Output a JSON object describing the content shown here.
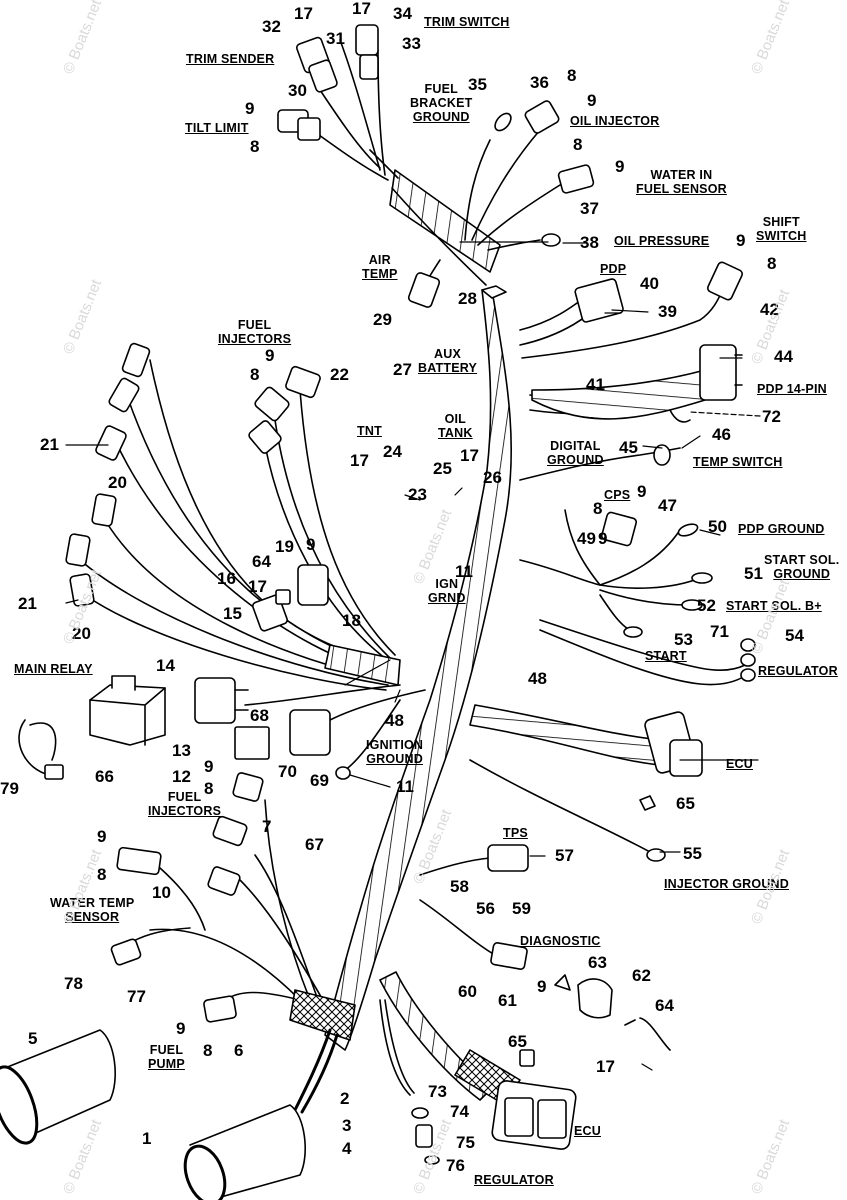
{
  "watermark": "© Boats.net",
  "labels": {
    "trim_sender": "TRIM SENDER",
    "trim_switch": "TRIM SWITCH",
    "tilt_limit": "TILT LIMIT",
    "fuel_bracket_ground": [
      "FUEL",
      "BRACKET",
      "GROUND"
    ],
    "oil_injector": "OIL INJECTOR",
    "water_in_fuel_sensor": [
      "WATER IN",
      "FUEL SENSOR"
    ],
    "oil_pressure": "OIL PRESSURE",
    "shift_switch": [
      "SHIFT",
      "SWITCH"
    ],
    "air_temp": [
      "AIR",
      "TEMP"
    ],
    "pdp": "PDP",
    "fuel_injectors_top": [
      "FUEL",
      "INJECTORS"
    ],
    "aux_battery": [
      "AUX",
      "BATTERY"
    ],
    "pdp_14_pin": "PDP 14-PIN",
    "tnt": "TNT",
    "oil_tank": [
      "OIL",
      "TANK"
    ],
    "digital_ground": [
      "DIGITAL",
      "GROUND"
    ],
    "temp_switch": "TEMP SWITCH",
    "cps": "CPS",
    "pdp_ground": "PDP GROUND",
    "ign_grnd": [
      "IGN",
      "GRND"
    ],
    "start_sol_ground": [
      "START SOL.",
      "GROUND"
    ],
    "start_sol_b": "START SOL. B+",
    "start": "START",
    "regulator_right": "REGULATOR",
    "main_relay": "MAIN RELAY",
    "ignition_ground": [
      "IGNITION",
      "GROUND"
    ],
    "ecu_right": "ECU",
    "fuel_injectors_left": [
      "FUEL",
      "INJECTORS"
    ],
    "tps": "TPS",
    "injector_ground": "INJECTOR GROUND",
    "water_temp_sensor": [
      "WATER TEMP",
      "SENSOR"
    ],
    "diagnostic": "DIAGNOSTIC",
    "fuel_pump": [
      "FUEL",
      "PUMP"
    ],
    "ecu_bottom": "ECU",
    "regulator_bottom": "REGULATOR"
  },
  "callouts": {
    "n32": "32",
    "n17a": "17",
    "n17b": "17",
    "n34": "34",
    "n33": "33",
    "n31": "31",
    "n30": "30",
    "n9a": "9",
    "n8a": "8",
    "n35": "35",
    "n36": "36",
    "n8b": "8",
    "n9b": "9",
    "n8c": "8",
    "n9c": "9",
    "n37": "37",
    "n38": "38",
    "n9d": "9",
    "n8d": "8",
    "n42": "42",
    "n40": "40",
    "n39": "39",
    "n28": "28",
    "n29": "29",
    "n41": "41",
    "n27": "27",
    "n9e": "9",
    "n8e": "8",
    "n22": "22",
    "n44": "44",
    "n72": "72",
    "n46": "46",
    "n45": "45",
    "n21a": "21",
    "n20a": "20",
    "n17c": "17",
    "n24": "24",
    "n25": "25",
    "n17d": "17",
    "n26": "26",
    "n23": "23",
    "n8f": "8",
    "n9f": "9",
    "n47": "47",
    "n50": "50",
    "n49": "49",
    "n9g": "9",
    "n19": "19",
    "n64a": "64",
    "n16": "16",
    "n17e": "17",
    "n11a": "11",
    "n51": "51",
    "n21b": "21",
    "n15": "15",
    "n18": "18",
    "n20b": "20",
    "n52": "52",
    "n71": "71",
    "n53": "53",
    "n54": "54",
    "n48a": "48",
    "n14": "14",
    "n68": "68",
    "n13": "13",
    "n12": "12",
    "n48b": "48",
    "n70": "70",
    "n69": "69",
    "n66": "66",
    "n79": "79",
    "n9h": "9",
    "n8g": "8",
    "n11b": "11",
    "n65a": "65",
    "n7": "7",
    "n67": "67",
    "n55": "55",
    "n9i": "9",
    "n8h": "8",
    "n10": "10",
    "n57": "57",
    "n58": "58",
    "n56": "56",
    "n59": "59",
    "n78": "78",
    "n77": "77",
    "n63": "63",
    "n62": "62",
    "n60": "60",
    "n61": "61",
    "n9j": "9",
    "n64b": "64",
    "n9k": "9",
    "n8i": "8",
    "n6": "6",
    "n5": "5",
    "n17f": "17",
    "n65b": "65",
    "n2": "2",
    "n73": "73",
    "n74": "74",
    "n3": "3",
    "n1": "1",
    "n4": "4",
    "n75": "75",
    "n76": "76"
  }
}
